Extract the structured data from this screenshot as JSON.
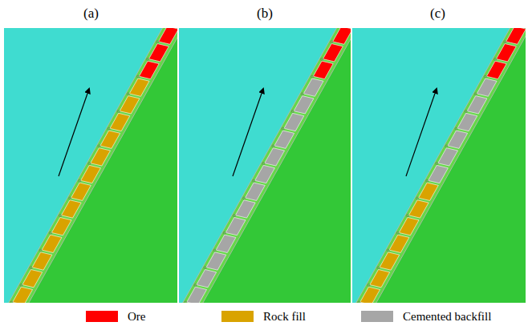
{
  "diagram": {
    "labels": [
      "(a)",
      "(b)",
      "(c)"
    ],
    "legend": [
      {
        "text": "Ore",
        "color": "#ff0000"
      },
      {
        "text": "Rock fill",
        "color": "#d9a300"
      },
      {
        "text": "Cemented backfill",
        "color": "#a6a6a6"
      }
    ]
  }
}
